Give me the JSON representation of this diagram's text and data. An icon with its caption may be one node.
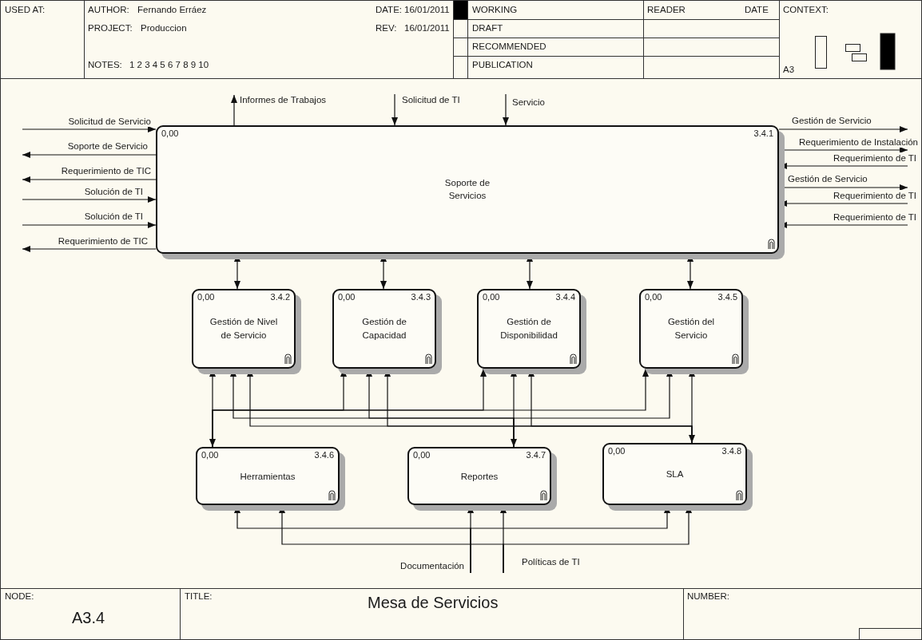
{
  "diagram": {
    "title": "Mesa de Servicios",
    "nodes": [
      {
        "text": [
          "0,00",
          "3.4.1",
          "Soporte de Servicios"
        ]
      },
      {
        "text": [
          "0,00",
          "3.4.2",
          "Gestión de Nivel de Servicio"
        ]
      },
      {
        "text": [
          "0,00",
          "3.4.3",
          "Gestión de Capacidad"
        ]
      },
      {
        "text": [
          "0,00",
          "3.4.4",
          "Gestión de Disponibilidad"
        ]
      },
      {
        "text": [
          "0,00",
          "3.4.5",
          "Gestión del Servicio"
        ]
      },
      {
        "text": [
          "0,00",
          "3.4.6",
          "Herramientas"
        ]
      },
      {
        "text": [
          "0,00",
          "3.4.7",
          "Reportes"
        ]
      },
      {
        "text": [
          "0,00",
          "3.4.8",
          "SLA"
        ]
      }
    ],
    "edges": [
      {
        "from": null,
        "to": 0,
        "arrow": "to",
        "label": "Solicitud de Servicio"
      },
      {
        "from": 0,
        "to": null,
        "arrow": "to",
        "label": "Soporte de Servicio"
      },
      {
        "from": 0,
        "to": null,
        "arrow": "to",
        "label": "Requerimiento de TIC"
      },
      {
        "from": null,
        "to": 0,
        "arrow": "to",
        "label": "Solución de TI"
      },
      {
        "from": null,
        "to": 0,
        "arrow": "to",
        "label": "Solución de TI"
      },
      {
        "from": 0,
        "to": null,
        "arrow": "to",
        "label": "Requerimiento de TIC"
      },
      {
        "from": 0,
        "to": null,
        "arrow": "to",
        "label": "Informes de Trabajos"
      },
      {
        "from": null,
        "to": 0,
        "arrow": "to",
        "label": "Solicitud de TI"
      },
      {
        "from": null,
        "to": 0,
        "arrow": "to",
        "label": "Servicio"
      },
      {
        "from": 0,
        "to": null,
        "arrow": "to",
        "label": "Gestión de Servicio"
      },
      {
        "from": 0,
        "to": null,
        "arrow": "to",
        "label": "Requerimiento de Instalación"
      },
      {
        "from": null,
        "to": 0,
        "arrow": "to",
        "label": "Requerimiento de TI"
      },
      {
        "from": 0,
        "to": null,
        "arrow": "to",
        "label": "Gestión de Servicio"
      },
      {
        "from": null,
        "to": 0,
        "arrow": "to",
        "label": "Requerimiento de TI"
      },
      {
        "from": null,
        "to": 0,
        "arrow": "to",
        "label": "Requerimiento de TI"
      },
      {
        "from": 0,
        "to": 1,
        "arrow": "both"
      },
      {
        "from": 0,
        "to": 2,
        "arrow": "both"
      },
      {
        "from": 0,
        "to": 3,
        "arrow": "both"
      },
      {
        "from": 0,
        "to": 4,
        "arrow": "both"
      },
      {
        "from": 5,
        "to": 1,
        "arrow": "both"
      },
      {
        "from": 6,
        "to": 3,
        "arrow": "both"
      },
      {
        "from": 7,
        "to": 4,
        "arrow": "both"
      },
      {
        "from": 5,
        "to": 2,
        "arrow": "to"
      },
      {
        "from": 5,
        "to": 3,
        "arrow": "to"
      },
      {
        "from": 5,
        "to": 4,
        "arrow": "to"
      },
      {
        "from": 6,
        "to": 1,
        "arrow": "to"
      },
      {
        "from": 6,
        "to": 2,
        "arrow": "to"
      },
      {
        "from": 6,
        "to": 4,
        "arrow": "to"
      },
      {
        "from": 7,
        "to": 1,
        "arrow": "to"
      },
      {
        "from": 7,
        "to": 2,
        "arrow": "to"
      },
      {
        "from": 7,
        "to": 3,
        "arrow": "to"
      },
      {
        "from": null,
        "to": 6,
        "arrow": "to",
        "label": "Documentación"
      },
      {
        "from": null,
        "to": 5,
        "arrow": "to"
      },
      {
        "from": null,
        "to": 7,
        "arrow": "to"
      },
      {
        "from": null,
        "to": 6,
        "arrow": "to",
        "label": "Políticas de TI"
      },
      {
        "from": null,
        "to": 5,
        "arrow": "to"
      },
      {
        "from": null,
        "to": 7,
        "arrow": "to"
      }
    ],
    "labels": [
      "USED AT:",
      "AUTHOR:",
      "Fernando Erráez",
      "DATE:",
      "16/01/2011",
      "WORKING",
      "READER",
      "DATE",
      "CONTEXT:",
      "PROJECT:",
      "Produccion",
      "REV:",
      "16/01/2011",
      "DRAFT",
      "RECOMMENDED",
      "NOTES:",
      "1 2 3 4 5 6 7 8 9 10",
      "PUBLICATION",
      "A3",
      "NODE:",
      "A3.4",
      "TITLE:",
      "NUMBER:"
    ]
  }
}
